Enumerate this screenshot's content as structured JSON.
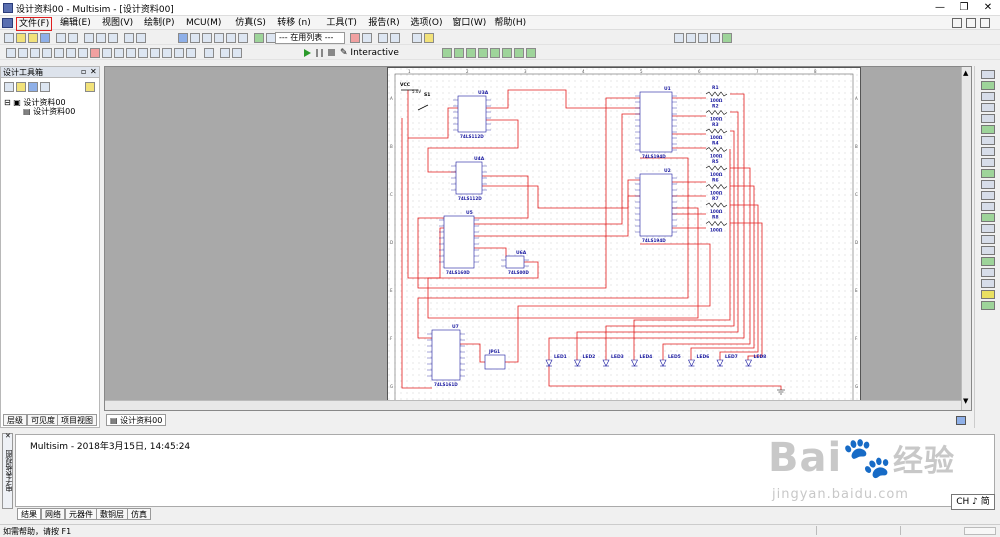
{
  "window": {
    "title": "设计资料00 - Multisim - [设计资料00]",
    "minimize_glyph": "—",
    "restore_glyph": "❐",
    "close_glyph": "✕"
  },
  "menu": [
    "文件(F)",
    "编辑(E)",
    "视图(V)",
    "绘制(P)",
    "MCU(M)",
    "仿真(S)",
    "转移 (n)",
    "工具(T)",
    "报告(R)",
    "选项(O)",
    "窗口(W)",
    "帮助(H)"
  ],
  "menu_active_index": 0,
  "toolbar": {
    "in_use_list": "--- 在用列表 ---",
    "interactive_label": "Interactive"
  },
  "design_toolbox": {
    "title": "设计工具箱",
    "tree": [
      {
        "label": "设计资料00",
        "level": 0
      },
      {
        "label": "设计资料00",
        "level": 1
      }
    ],
    "tabs": [
      "层级",
      "可见度",
      "项目视图"
    ]
  },
  "document_tabs": [
    "设计资料00"
  ],
  "spreadsheet_view": {
    "side_label": "电子表格视图",
    "log_text": "Multisim  -  2018年3月15日, 14:45:24",
    "tabs": [
      "结果",
      "网络",
      "元器件",
      "敷铜层",
      "仿真"
    ]
  },
  "status": {
    "help_text": "如需帮助，请按 F1",
    "ime_text": "CH ♪ 简"
  },
  "watermark": {
    "brand": "Bai",
    "brand_cn": "经验",
    "url": "jingyan.baidu.com"
  },
  "schematic": {
    "vcc_label": "VCC",
    "vcc_value": "5.0V",
    "switch_label": "S1",
    "chips": [
      {
        "ref": "U3A",
        "part": "74LS112D"
      },
      {
        "ref": "U4A",
        "part": "74LS112D"
      },
      {
        "ref": "U1",
        "part": "74LS194D"
      },
      {
        "ref": "U2",
        "part": "74LS194D"
      },
      {
        "ref": "U5",
        "part": "74LS160D"
      },
      {
        "ref": "U6A",
        "part": "74LS00D"
      },
      {
        "ref": "U7",
        "part": "74LS161D"
      }
    ],
    "resistors": [
      {
        "ref": "R1",
        "value": "100Ω"
      },
      {
        "ref": "R2",
        "value": "100Ω"
      },
      {
        "ref": "R3",
        "value": "100Ω"
      },
      {
        "ref": "R4",
        "value": "100Ω"
      },
      {
        "ref": "R5",
        "value": "100Ω"
      },
      {
        "ref": "R6",
        "value": "100Ω"
      },
      {
        "ref": "R7",
        "value": "100Ω"
      },
      {
        "ref": "R8",
        "value": "100Ω"
      }
    ],
    "leds": [
      "LED1",
      "LED2",
      "LED3",
      "LED4",
      "LED5",
      "LED6",
      "LED7",
      "LED8"
    ],
    "clock_label": "JPG1",
    "col_labels": [
      "1",
      "2",
      "3",
      "4",
      "5",
      "6",
      "7",
      "8"
    ],
    "row_labels": [
      "A",
      "B",
      "C",
      "D",
      "E",
      "F",
      "G"
    ]
  }
}
